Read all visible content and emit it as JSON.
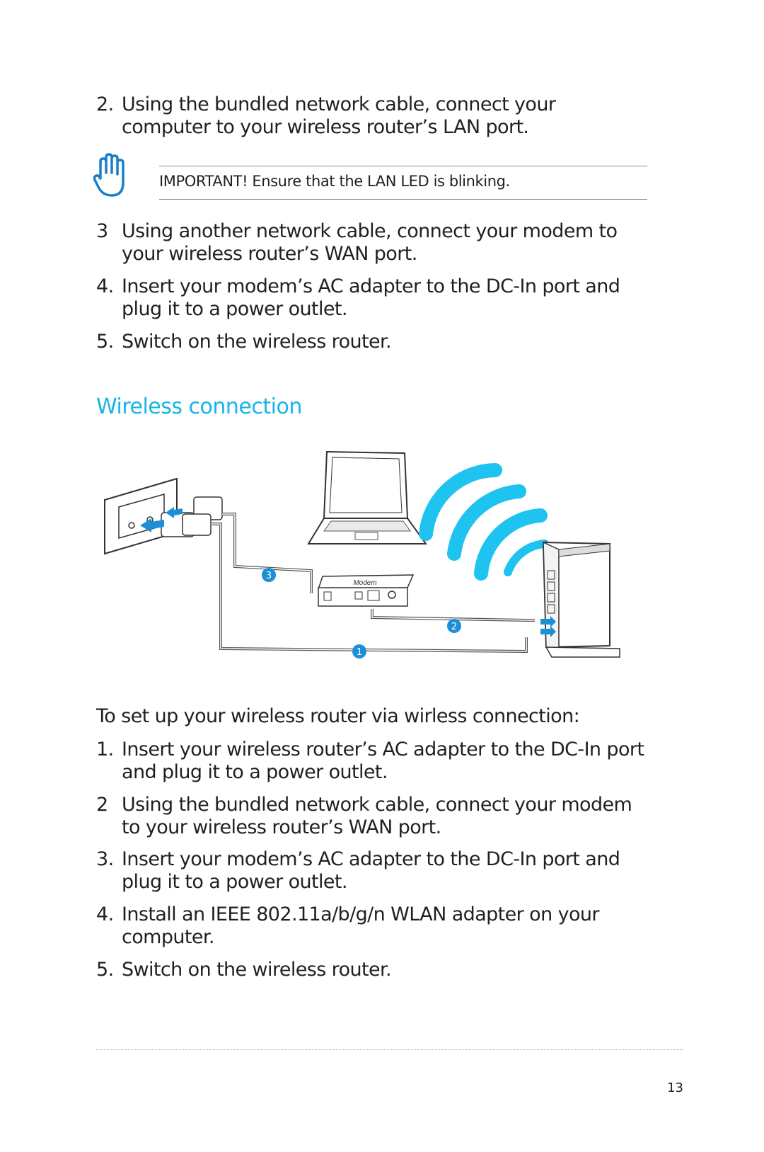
{
  "top_steps": [
    {
      "num": "2.",
      "text": "Using the bundled network cable, connect your computer to your wireless router’s LAN port."
    },
    {
      "num": "3",
      "text": "Using another network cable, connect your modem to your wireless router’s WAN port."
    },
    {
      "num": "4.",
      "text": "Insert your modem’s AC adapter to the DC-In port and plug it to a power outlet."
    },
    {
      "num": "5.",
      "text": "Switch on the wireless router."
    }
  ],
  "note": {
    "icon": "important-hand-icon",
    "text": "IMPORTANT!  Ensure that the LAN LED is blinking."
  },
  "section_heading": "Wireless connection",
  "diagram": {
    "modem_label": "Modem",
    "callouts": [
      "1",
      "2",
      "3"
    ],
    "accent_color": "#1e8ed6",
    "wave_color": "#1ec3ef"
  },
  "intro": "To set up your wireless router via wirless connection:",
  "bottom_steps": [
    {
      "num": "1.",
      "text": "Insert your wireless router’s AC adapter to the DC-In port and plug it to a power outlet."
    },
    {
      "num": "2",
      "text": "Using the bundled network cable, connect your modem to your wireless router’s WAN port."
    },
    {
      "num": "3.",
      "text": "Insert your modem’s AC adapter to the DC-In port and plug it to a power outlet."
    },
    {
      "num": "4.",
      "text": "Install an IEEE 802.11a/b/g/n WLAN adapter on your computer."
    },
    {
      "num": "5.",
      "text": "Switch on the wireless router."
    }
  ],
  "page_number": "13"
}
